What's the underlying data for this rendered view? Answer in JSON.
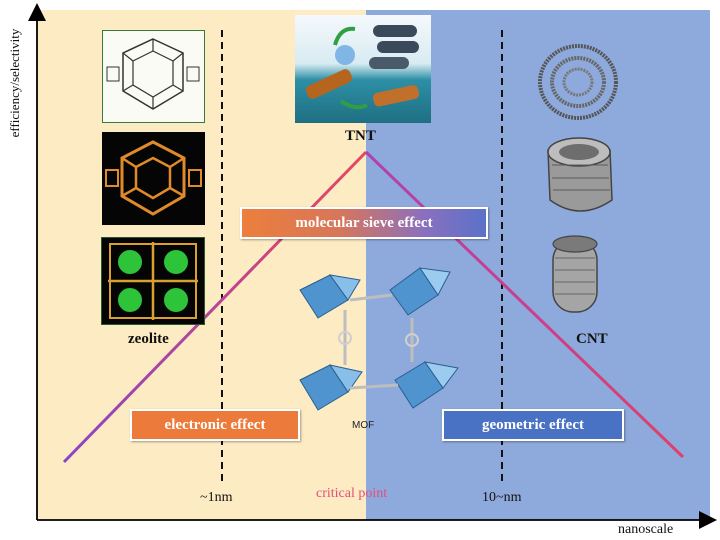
{
  "axes": {
    "y_label": "efficiency/selectivity",
    "x_label": "nanoscale"
  },
  "ticks": {
    "left": "~1nm",
    "right": "10~nm"
  },
  "critical_point": "critical point",
  "materials": {
    "tnt": "TNT",
    "zeolite": "zeolite",
    "cnt": "CNT",
    "mof": "MOF"
  },
  "effects": {
    "sieve": "molecular sieve effect",
    "electronic": "electronic effect",
    "geometric": "geometric effect"
  },
  "colors": {
    "left_region": "#fdebc4",
    "right_region": "#8eaadc",
    "curve_start": "#8b44c8",
    "curve_peak": "#e8465e",
    "electronic_box": "#ec7b3b",
    "geometric_box": "#4a72c4"
  }
}
